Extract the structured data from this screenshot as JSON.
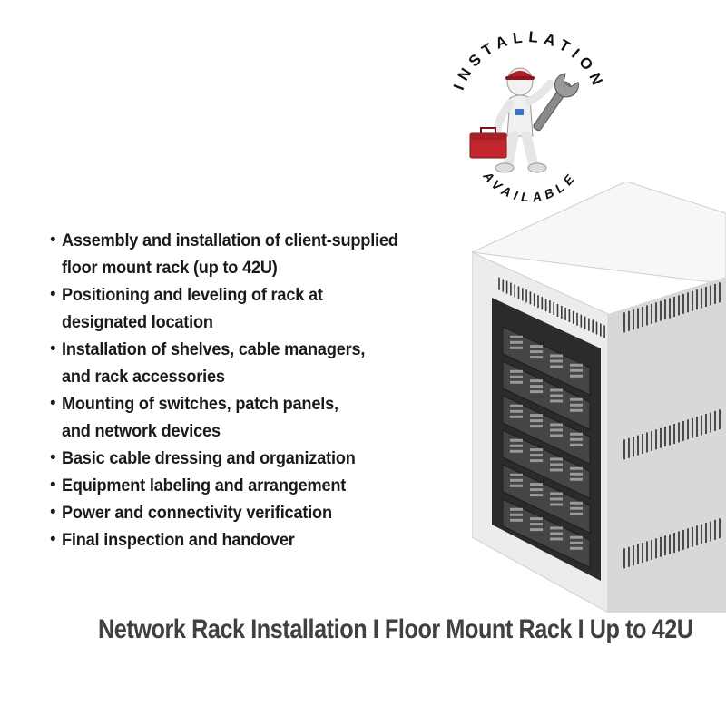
{
  "badge": {
    "top_text": "INSTALLATION",
    "bottom_text": "AVAILABLE",
    "figure_icon": "mascot-with-wrench-and-toolbox-icon"
  },
  "features": [
    {
      "lines": [
        "Assembly and installation of client-supplied",
        "floor mount rack (up to 42U)"
      ]
    },
    {
      "lines": [
        "Positioning and leveling of rack at",
        "designated location"
      ]
    },
    {
      "lines": [
        "Installation of shelves, cable managers,",
        "and rack accessories"
      ]
    },
    {
      "lines": [
        "Mounting of switches, patch panels,",
        "and network devices"
      ]
    },
    {
      "lines": [
        "Basic cable dressing and organization"
      ]
    },
    {
      "lines": [
        "Equipment labeling and arrangement"
      ]
    },
    {
      "lines": [
        "Power and connectivity verification"
      ]
    },
    {
      "lines": [
        "Final inspection and handover"
      ]
    }
  ],
  "product_title": "Network Rack Installation I Floor Mount Rack I Up to 42U",
  "rack_illustration": {
    "icon": "server-rack-icon",
    "units": 6
  },
  "colors": {
    "text": "#1a1a1a",
    "title": "#404040",
    "rack_body": "#ececec",
    "rack_side": "#d6d6d6",
    "rack_interior": "#2b2b2b",
    "toolbox_red": "#c0262c"
  }
}
